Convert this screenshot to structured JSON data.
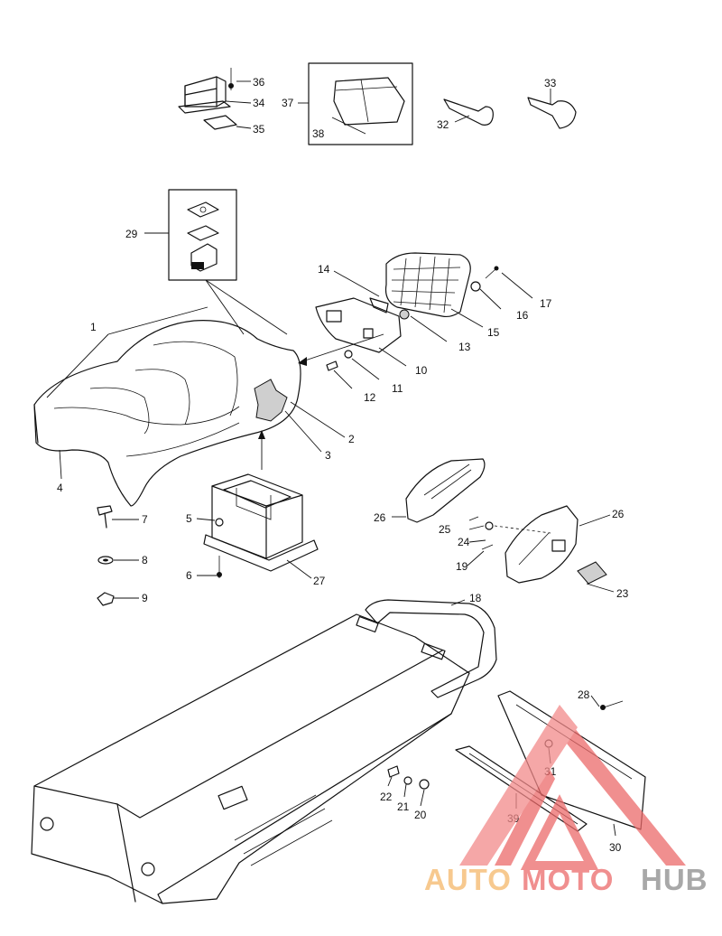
{
  "callouts": [
    "1",
    "2",
    "3",
    "4",
    "5",
    "6",
    "7",
    "8",
    "9",
    "10",
    "11",
    "12",
    "13",
    "14",
    "15",
    "16",
    "17",
    "18",
    "19",
    "20",
    "21",
    "22",
    "23",
    "24",
    "25",
    "26",
    "27",
    "28",
    "29",
    "30",
    "31",
    "32",
    "33",
    "34",
    "35",
    "36",
    "37",
    "38",
    "39"
  ],
  "callout_26_second": "26",
  "watermark": {
    "part1": "AUTO",
    "part2": "MOTO",
    "part3": "HUB",
    "color_orange": "#f5b86a",
    "color_red": "#ec6a6a",
    "color_gray": "#8c8c8c"
  },
  "icons": [
    "seat",
    "taillight",
    "rear-bumper",
    "tunnel",
    "hinge-bracket",
    "wrench"
  ]
}
